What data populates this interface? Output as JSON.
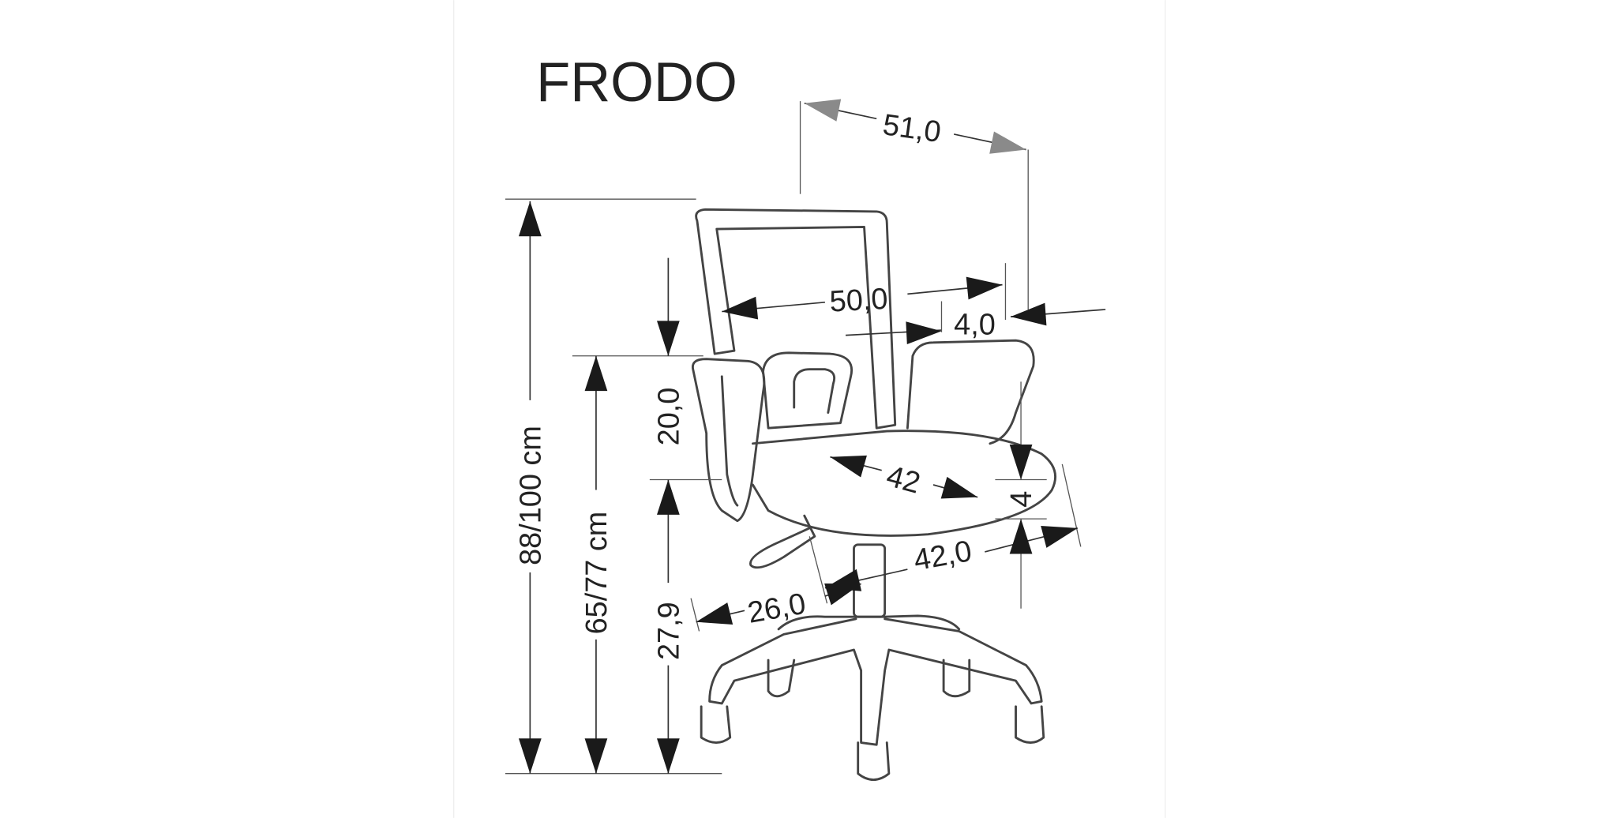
{
  "title": "FRODO",
  "dimensions": {
    "total_height": "88/100 cm",
    "seat_height": "65/77 cm",
    "backrest_above_armrest": "20,0",
    "armrest_height": "27,9",
    "overall_depth": "51,0",
    "overall_width": "50,0",
    "armrest_width": "4,0",
    "seat_depth": "42",
    "seat_thickness": "4",
    "seat_width": "42,0",
    "base_radius": "26,0"
  },
  "colors": {
    "line": "#444444",
    "arrow": "#1a1a1a",
    "arrow_grey": "#8a8a8a"
  }
}
